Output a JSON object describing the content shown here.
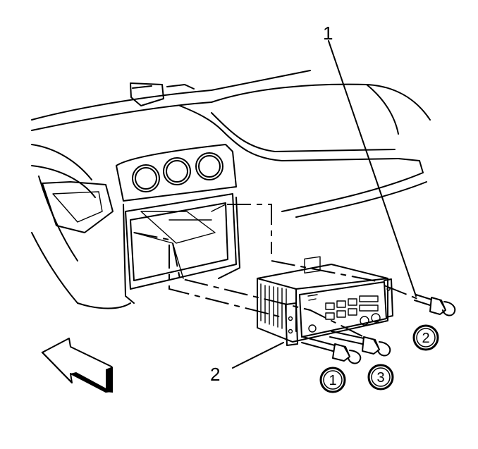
{
  "callouts": {
    "label_1": "1",
    "label_2": "2"
  },
  "circled": {
    "c1": "1",
    "c2": "2",
    "c3": "3"
  }
}
